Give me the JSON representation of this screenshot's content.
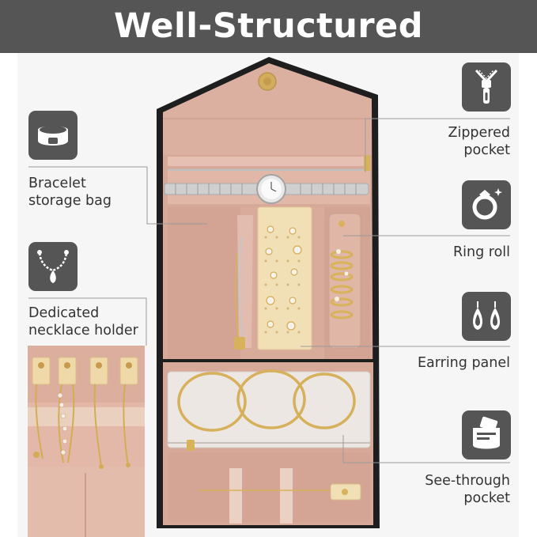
{
  "banner": {
    "title": "Well-Structured"
  },
  "features": {
    "bracelet": {
      "line1": "Bracelet",
      "line2": "storage bag"
    },
    "necklace": {
      "line1": "Dedicated",
      "line2": "necklace holder"
    },
    "zippered": {
      "line1": "Zippered",
      "line2": "pocket"
    },
    "ring": {
      "line1": "Ring roll"
    },
    "earring": {
      "line1": "Earring panel"
    },
    "seethrough": {
      "line1": "See-through",
      "line2": "pocket"
    }
  },
  "icons": [
    "bracelet-icon",
    "necklace-icon",
    "zipper-icon",
    "ring-icon",
    "earring-icon",
    "card-pocket-icon"
  ],
  "colors": {
    "banner": "#555555",
    "icon_tile": "#555555",
    "lining": "#d9a99a",
    "case": "#1e1e1e",
    "panel": "#f1dfb5",
    "gold": "#d8b25a"
  }
}
